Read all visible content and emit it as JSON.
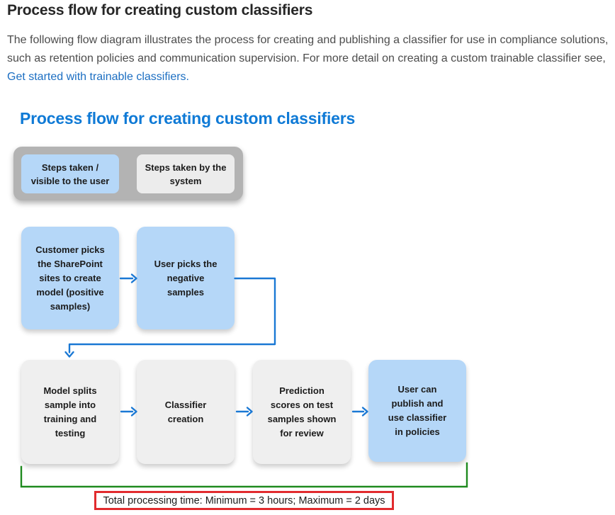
{
  "page": {
    "title": "Process flow for creating custom classifiers",
    "intro": {
      "text_before_link": "The following flow diagram illustrates the process for creating and publishing a classifier for use in compliance solutions,\nsuch as retention policies and communication supervision. For more detail on creating a custom trainable classifier see,\n",
      "link_text": "Get started with trainable classifiers."
    }
  },
  "diagram": {
    "title": "Process flow for creating custom classifiers",
    "legend": {
      "user": {
        "label": "Steps taken /\nvisible to the user",
        "type": "user"
      },
      "system": {
        "label": "Steps taken by the\nsystem",
        "type": "system"
      }
    },
    "boxes": {
      "positive_samples": {
        "label": "Customer picks\nthe SharePoint\nsites to create\nmodel (positive\nsamples)",
        "type": "user"
      },
      "negative_samples": {
        "label": "User picks the\nnegative\nsamples",
        "type": "user"
      },
      "model_splits": {
        "label": "Model splits\nsample into\ntraining and\ntesting",
        "type": "system"
      },
      "classifier_creation": {
        "label": "Classifier\ncreation",
        "type": "system"
      },
      "prediction_scores": {
        "label": "Prediction\nscores on test\nsamples shown\nfor review",
        "type": "system"
      },
      "publish_classifier": {
        "label": "User can\npublish and\nuse classifier\nin policies",
        "type": "user"
      }
    },
    "total_time": "Total processing time: Minimum = 3 hours; Maximum = 2 days",
    "colors": {
      "user_box_fill": "#b5d7f8",
      "system_box_fill": "#efefef",
      "legend_background": "#b3b3b3",
      "arrow_blue": "#1a78d4",
      "bracket_green": "#1f8a1f",
      "total_border_red": "#e12b2e",
      "diagram_title_blue": "#0f7ad6",
      "link_blue": "#1b6ec2"
    }
  }
}
